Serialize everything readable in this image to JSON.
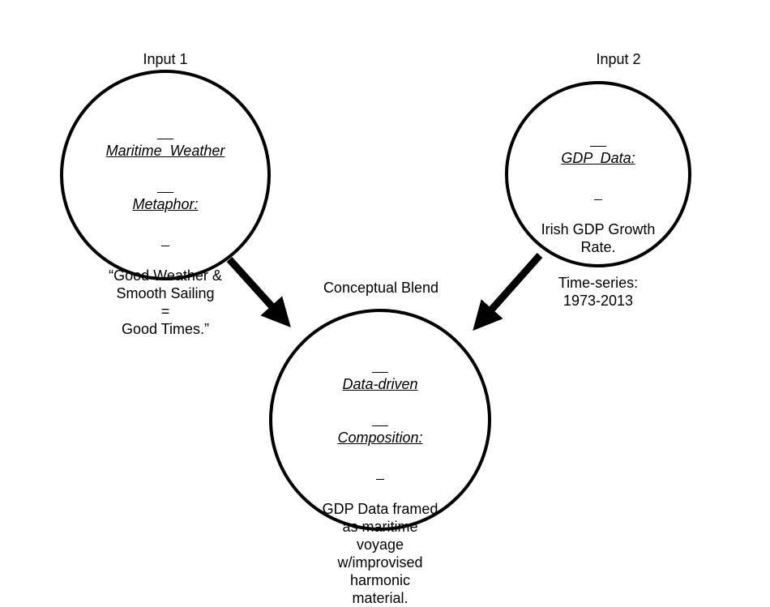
{
  "input1": {
    "label": "Input 1",
    "title": [
      "Maritime  Weather",
      "Metaphor:"
    ],
    "body": [
      "“Good Weather &",
      "Smooth Sailing",
      "=",
      "Good Times.”"
    ]
  },
  "input2": {
    "label": "Input 2",
    "title": [
      "GDP  Data:"
    ],
    "body": [
      "Irish GDP Growth",
      "Rate."
    ],
    "body2": [
      "Time-series:",
      "1973-2013"
    ]
  },
  "blend": {
    "label": "Conceptual Blend",
    "title": [
      "Data-driven",
      "Composition:"
    ],
    "body": [
      "GDP Data framed",
      "as maritime",
      "voyage",
      "w/improvised",
      "harmonic",
      "material."
    ]
  },
  "colors": {
    "stroke": "#000000",
    "background": "#ffffff"
  }
}
